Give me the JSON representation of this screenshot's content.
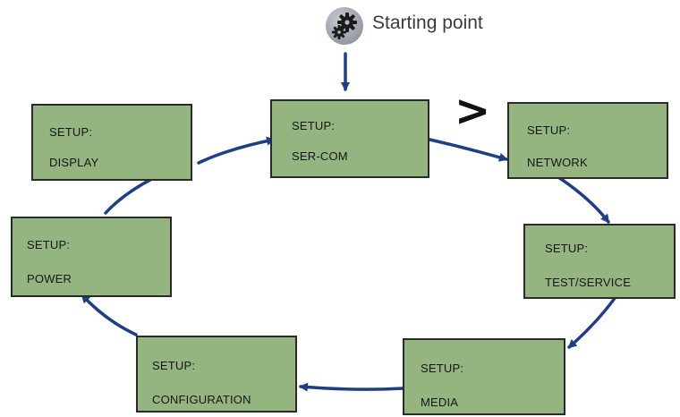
{
  "start": {
    "label": "Starting point",
    "icon": "gears-icon"
  },
  "chevron": ">",
  "boxes": {
    "display": {
      "line1": "SETUP:",
      "line2": "DISPLAY"
    },
    "sercom": {
      "line1": "SETUP:",
      "line2": "SER-COM"
    },
    "network": {
      "line1": "SETUP:",
      "line2": "NETWORK"
    },
    "testservice": {
      "line1": "SETUP:",
      "line2": "TEST/SERVICE"
    },
    "media": {
      "line1": "SETUP:",
      "line2": "MEDIA"
    },
    "configuration": {
      "line1": "SETUP:",
      "line2": "CONFIGURATION"
    },
    "power": {
      "line1": "SETUP:",
      "line2": "POWER"
    }
  },
  "colors": {
    "box": "#94b57f",
    "arrow": "#1c3f86",
    "border": "#2a2a2a"
  }
}
